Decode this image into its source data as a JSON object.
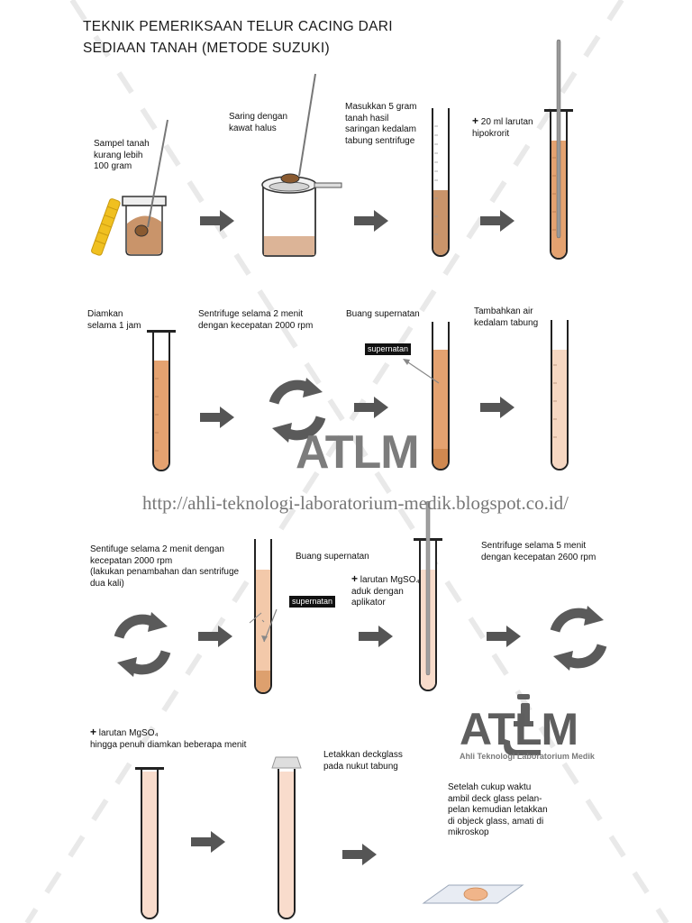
{
  "title": {
    "line1": "TEKNIK PEMERIKSAAN TELUR CACING DARI",
    "line2": "SEDIAAN TANAH (METODE SUZUKI)"
  },
  "row1": {
    "step1": "Sampel tanah\nkurang lebih\n100 gram",
    "step2": "Saring dengan\nkawat halus",
    "step3": "Masukkan 5 gram\ntanah hasil\nsaringan kedalam\ntabung sentrifuge",
    "step4": "20 ml larutan\nhipokrorit"
  },
  "row2": {
    "step1": "Diamkan\nselama 1 jam",
    "step2": "Sentrifuge selama 2 menit\ndengan kecepatan 2000 rpm",
    "step3": "Buang supernatan",
    "step3_tag": "supernatan",
    "step4": "Tambahkan air\nkedalam tabung"
  },
  "row3": {
    "step1": "Sentifuge selama 2 menit dengan\nkecepatan 2000 rpm\n(lakukan penambahan dan sentrifuge\ndua kali)",
    "step2": "Buang supernatan",
    "step2_tag": "supernatan",
    "step3": "larutan MgSO₄\naduk dengan\naplikator",
    "step4": "Sentrifuge selama 5 menit\ndengan kecepatan 2600 rpm"
  },
  "row4": {
    "step1": "larutan MgSO₄\nhingga penuh diamkan beberapa menit",
    "step2": "Letakkan deckglass\npada nukut tabung",
    "step3": "Setelah cukup waktu\nambil deck glass pelan-\npelan kemudian letakkan\ndi objeck glass, amati di\nmikroskop"
  },
  "plus_symbol": "+",
  "watermark": {
    "url": "http://ahli-teknologi-laboratorium-medik.blogspot.co.id/",
    "center_logo": "ATLM",
    "logo": "ATLM",
    "logo_sub": "Ahli Teknologi Laboratorium Medik"
  },
  "colors": {
    "brown": "#c9946a",
    "orange": "#e4a270",
    "light": "#f5cdb8",
    "arrow": "#555555"
  }
}
